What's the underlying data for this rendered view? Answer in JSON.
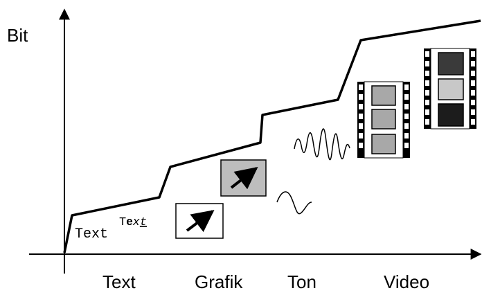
{
  "y_axis_label": "Bit",
  "categories": [
    "Text",
    "Grafik",
    "Ton",
    "Video"
  ],
  "text_samples": {
    "plain": "Text",
    "styled": [
      "T",
      "e",
      "x",
      "t"
    ]
  },
  "icons": {
    "text": "text-sample-icon",
    "graphic_plain": "arrow-graphic-icon",
    "graphic_gray": "arrow-graphic-gray-icon",
    "sound_small": "sine-wave-icon",
    "sound_large": "complex-wave-icon",
    "video_small": "film-strip-icon",
    "video_large": "film-strip-large-icon"
  },
  "colors": {
    "line": "#000000",
    "gray_fill": "#bdbdbd",
    "frame_light": "#c0c0c0",
    "frame_mid": "#9a9a9a",
    "frame_dark": "#2a2a2a"
  }
}
